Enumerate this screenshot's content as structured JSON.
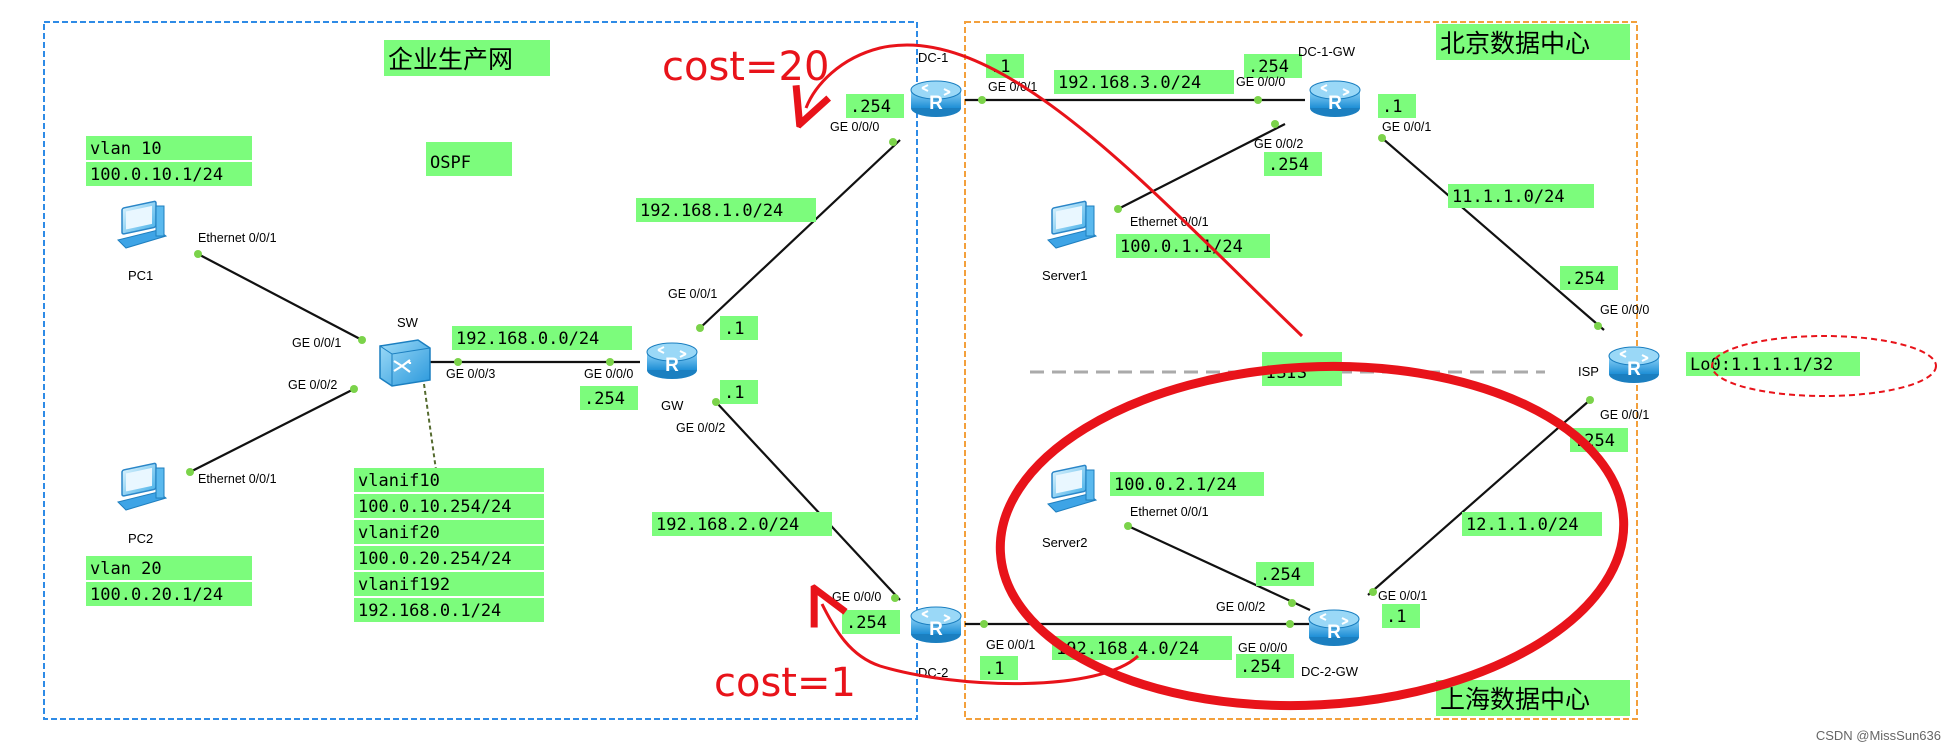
{
  "colors": {
    "label_bg": "#7CFC7C",
    "ospf_border": "#2E8BE6",
    "isis_border": "#F3A03C",
    "annotation": "#E8131A",
    "link": "#111111",
    "router": "#2AA3E6"
  },
  "zones": {
    "enterprise": "企业生产网",
    "beijing": "北京数据中心",
    "shanghai": "上海数据中心",
    "ospf": "OSPF",
    "isis": "ISIS"
  },
  "annotations": {
    "cost_top": "cost=20",
    "cost_bottom": "cost=1"
  },
  "devices": {
    "pc1": "PC1",
    "pc2": "PC2",
    "sw": "SW",
    "gw": "GW",
    "dc1": "DC-1",
    "dc2": "DC-2",
    "dc1gw": "DC-1-GW",
    "dc2gw": "DC-2-GW",
    "isp": "ISP",
    "server1": "Server1",
    "server2": "Server2"
  },
  "labels": {
    "pc1_vlan": "vlan 10",
    "pc1_ip": "100.0.10.1/24",
    "pc2_vlan": "vlan 20",
    "pc2_ip": "100.0.20.1/24",
    "sw_vlanif10": "vlanif10",
    "sw_vlanif10_ip": "100.0.10.254/24",
    "sw_vlanif20": "vlanif20",
    "sw_vlanif20_ip": "100.0.20.254/24",
    "sw_vlanif192": "vlanif192",
    "sw_vlanif192_ip": "192.168.0.1/24",
    "net_sw_gw": "192.168.0.0/24",
    "gw_254": ".254",
    "gw_top_1": ".1",
    "gw_bot_1": ".1",
    "net_gw_dc1": "192.168.1.0/24",
    "net_gw_dc2": "192.168.2.0/24",
    "dc1_254": ".254",
    "dc1_1": ".1",
    "net_dc1_dc1gw": "192.168.3.0/24",
    "dc1gw_254": ".254",
    "dc1gw_1": ".1",
    "dc1gw_server_254": ".254",
    "server1_ip": "100.0.1.1/24",
    "net_dc1gw_isp": "11.1.1.0/24",
    "isp_top_254": ".254",
    "isp_lo0": "Lo0:1.1.1.1/32",
    "isp_bot_254": ".254",
    "net_isp_dc2gw": "12.1.1.0/24",
    "dc2gw_1": ".1",
    "dc2gw_server_254": ".254",
    "dc2gw_254": ".254",
    "server2_ip": "100.0.2.1/24",
    "net_dc2_dc2gw": "192.168.4.0/24",
    "dc2_254": ".254",
    "dc2_1": ".1"
  },
  "ports": {
    "pc1_eth": "Ethernet 0/0/1",
    "pc2_eth": "Ethernet 0/0/1",
    "sw_ge001": "GE 0/0/1",
    "sw_ge002": "GE 0/0/2",
    "sw_ge003": "GE 0/0/3",
    "gw_ge000": "GE 0/0/0",
    "gw_ge001": "GE 0/0/1",
    "gw_ge002": "GE 0/0/2",
    "dc1_ge000": "GE 0/0/0",
    "dc1_ge001": "GE 0/0/1",
    "dc1gw_ge000": "GE 0/0/0",
    "dc1gw_ge001": "GE 0/0/1",
    "dc1gw_ge002": "GE 0/0/2",
    "server1_eth": "Ethernet 0/0/1",
    "isp_ge000": "GE 0/0/0",
    "isp_ge001": "GE 0/0/1",
    "dc2_ge000": "GE 0/0/0",
    "dc2_ge001": "GE 0/0/1",
    "dc2gw_ge000": "GE 0/0/0",
    "dc2gw_ge001": "GE 0/0/1",
    "dc2gw_ge002": "GE 0/0/2",
    "server2_eth": "Ethernet 0/0/1"
  },
  "watermark": "CSDN @MissSun636"
}
